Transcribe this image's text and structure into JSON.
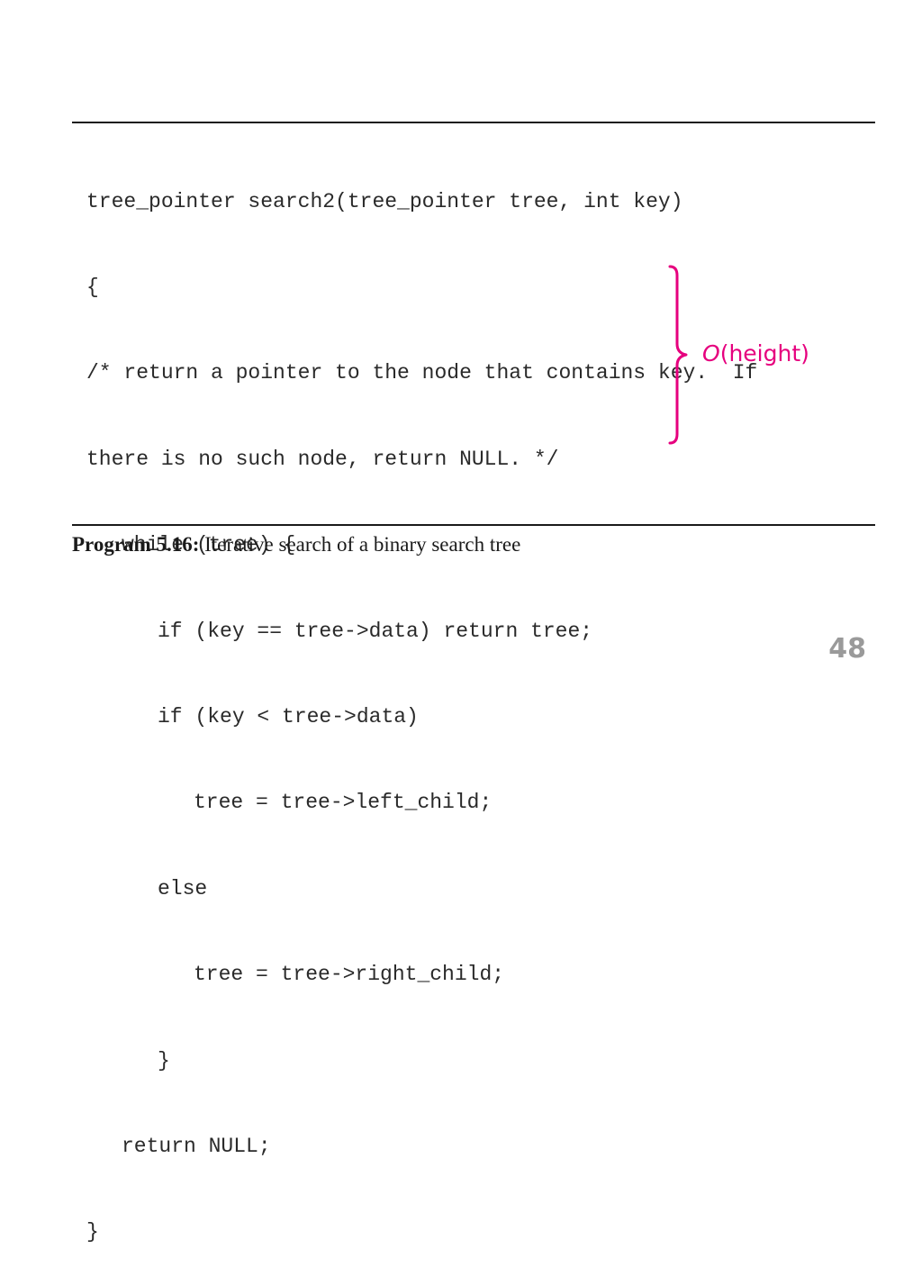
{
  "code": {
    "lines": [
      "tree_pointer search2(tree_pointer tree, int key)",
      "{",
      "/* return a pointer to the node that contains key.  If",
      "there is no such node, return NULL. */",
      "while (tree) {",
      "if (key == tree->data) return tree;",
      "if (key < tree->data)",
      "tree = tree->left_child;",
      "else",
      "tree = tree->right_child;",
      "}",
      "return NULL;",
      "}"
    ]
  },
  "caption": {
    "label": "Program 5.16:",
    "text": " Iterative search of a binary search tree"
  },
  "annotation": {
    "var": "O",
    "text": "(height)",
    "color": "#e6007e"
  },
  "slide": {
    "page_number": "48"
  }
}
